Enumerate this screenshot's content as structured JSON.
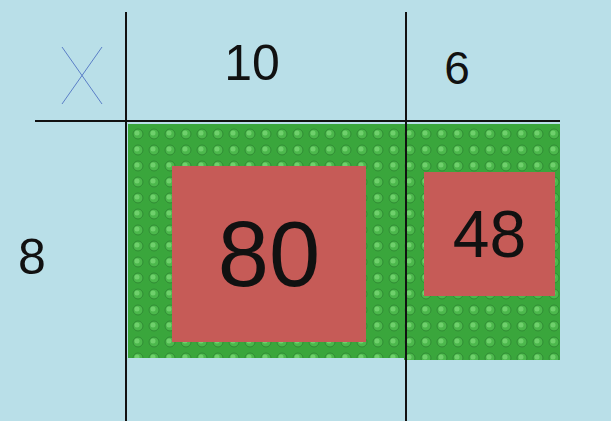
{
  "diagram": {
    "nodes": [
      {
        "text": [
          "80"
        ]
      },
      {
        "text": [
          "48"
        ]
      }
    ],
    "labels": [
      "10",
      "6",
      "8"
    ]
  }
}
